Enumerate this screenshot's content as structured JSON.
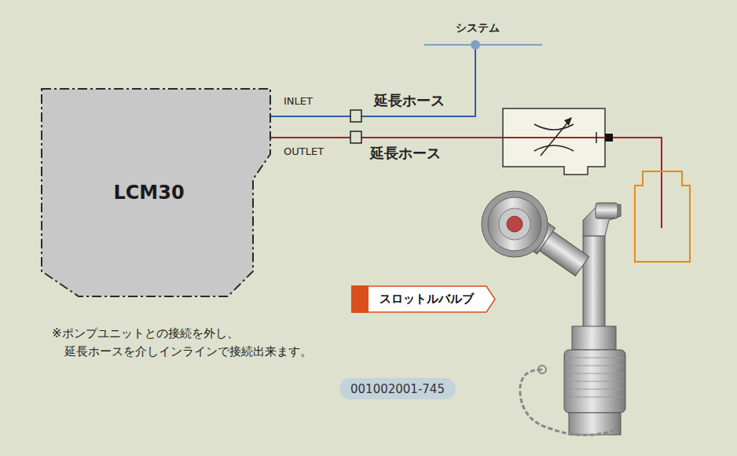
{
  "diagram": {
    "nodes": [
      {
        "text": [
          "LCM30"
        ]
      },
      {
        "text": [
          "スロットルバルブ"
        ]
      },
      {
        "text": [
          "001002001-745"
        ]
      }
    ],
    "labels": [
      "システム",
      "INLET",
      "延長ホース",
      "OUTLET",
      "延長ホース",
      "※ポンプユニットとの接続を外し、",
      "延長ホースを介しインラインで接続出来ます。"
    ]
  }
}
